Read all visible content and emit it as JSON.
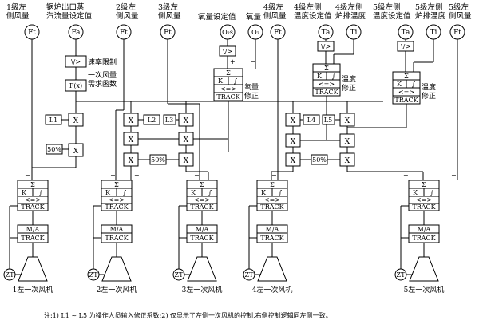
{
  "top_labels": {
    "fan1_flow": "1级左\n侧风量",
    "boiler_steam": "锅炉出口蒸\n汽流量设定值",
    "fan2_flow": "2级左\n侧风量",
    "fan3_flow": "3级左\n侧风量",
    "oxygen_sp": "氧量设定值",
    "oxygen": "氧量",
    "fan4_flow": "4级左\n侧风量",
    "temp4_sp": "4级左侧\n温度设定值",
    "furnace4": "4级左侧\n炉排温度",
    "temp5_sp": "5级左侧\n温度设定值",
    "furnace5": "5级左侧\n炉排温度",
    "fan5_flow": "5级左\n侧风量"
  },
  "transmitters": {
    "ft": "Ft",
    "fa": "Fa",
    "o2s": "O₂s",
    "o2": "O₂",
    "ta": "Ta",
    "ti": "Ti",
    "zt": "ZT"
  },
  "function_blocks": {
    "rate_limit_sym": "\\/>",
    "rate_limit": "速率限制",
    "fx": "F(x)",
    "demand_fn": "一次风量\n需求函数",
    "oxygen_correction": "氧量\n修正",
    "temp_correction": "温度\n修正",
    "pid_k": "K",
    "pid_int": "∫",
    "pid_sym": "<=>",
    "track": "TRACK",
    "ma": "M/A",
    "sigma": "Σ"
  },
  "operators": {
    "multiply": "X",
    "half": "50%",
    "plus": "+",
    "minus": "−"
  },
  "operator_inputs": [
    "L1",
    "L2",
    "L3",
    "L4",
    "L5"
  ],
  "fans": [
    "1左一次风机",
    "2左一次风机",
    "3左一次风机",
    "4左一次风机",
    "5左一次风机"
  ],
  "footnote": "注:1) L1 ~ L5 为操作人员输入修正系数;2) 仅显示了左侧一次风机的控制,右侧控制逻辑同左侧一致。"
}
